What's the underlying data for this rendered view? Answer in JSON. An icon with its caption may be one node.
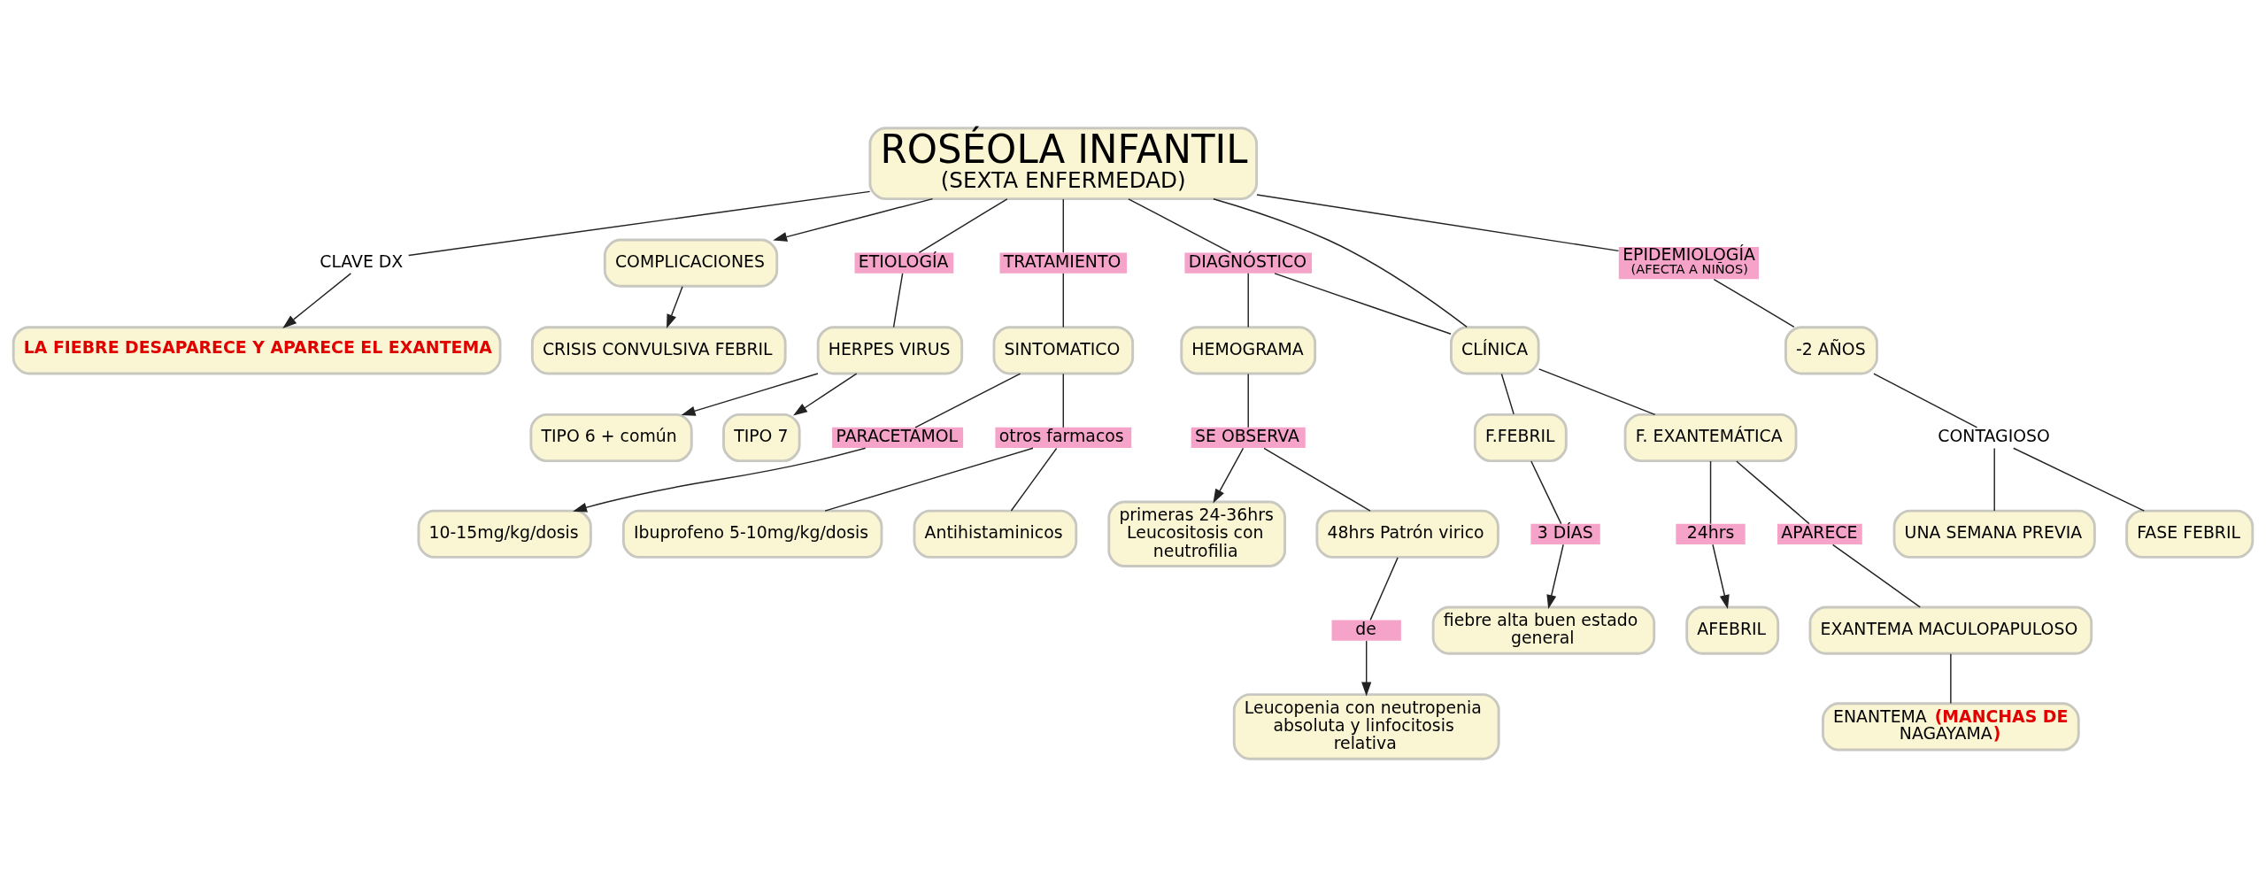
{
  "diagram": {
    "nodes": [
      {
        "text": [
          "LA FIEBRE DESAPARECE Y APARECE EL EXANTEMA"
        ]
      },
      {
        "text": [
          "CLAVE DX"
        ]
      },
      {
        "text": [
          "ROSÉOLA INFANTIL",
          "(SEXTA ENFERMEDAD)"
        ]
      },
      {
        "text": [
          "COMPLICACIONES"
        ]
      },
      {
        "text": [
          "CRISIS CONVULSIVA FEBRIL"
        ]
      },
      {
        "text": [
          "ETIOLOGÍA"
        ]
      },
      {
        "text": [
          "HERPES VIRUS"
        ]
      },
      {
        "text": [
          "TIPO 6 + común"
        ]
      },
      {
        "text": [
          "TIPO 7"
        ]
      },
      {
        "text": [
          "TRATAMIENTO"
        ]
      },
      {
        "text": [
          "SINTOMATICO"
        ]
      },
      {
        "text": [
          "PARACETAMOL"
        ]
      },
      {
        "text": [
          "10-15mg/kg/dosis"
        ]
      },
      {
        "text": [
          "otros farmacos"
        ]
      },
      {
        "text": [
          "Ibuprofeno 5-10mg/kg/dosis"
        ]
      },
      {
        "text": [
          "Antihistaminicos"
        ]
      },
      {
        "text": [
          "DIAGNÓSTICO"
        ]
      },
      {
        "text": [
          "HEMOGRAMA"
        ]
      },
      {
        "text": [
          "SE OBSERVA"
        ]
      },
      {
        "text": [
          "primeras 24-36hrs Leucositosis con neutrofilia"
        ]
      },
      {
        "text": [
          "48hrs Patrón virico"
        ]
      },
      {
        "text": [
          "de"
        ]
      },
      {
        "text": [
          "Leucopenia con neutropenia absoluta y linfocitosis relativa"
        ]
      },
      {
        "text": [
          "EPIDEMIOLOGÍA",
          "(AFECTA A NIÑOS)"
        ]
      },
      {
        "text": [
          "-2 AÑOS"
        ]
      },
      {
        "text": [
          "CONTAGIOSO"
        ]
      },
      {
        "text": [
          "UNA SEMANA PREVIA"
        ]
      },
      {
        "text": [
          "FASE FEBRIL"
        ]
      },
      {
        "text": [
          "CLÍNICA"
        ]
      },
      {
        "text": [
          "F.FEBRIL"
        ]
      },
      {
        "text": [
          "3 DÍAS"
        ]
      },
      {
        "text": [
          "fiebre alta buen estado general"
        ]
      },
      {
        "text": [
          "F. EXANTEMÁTICA"
        ]
      },
      {
        "text": [
          "24hrs"
        ]
      },
      {
        "text": [
          "AFEBRIL"
        ]
      },
      {
        "text": [
          "APARECE"
        ]
      },
      {
        "text": [
          "EXANTEMA MACULOPAPULOSO"
        ]
      },
      {
        "text": [
          "ENANTEMA **(MANCHAS DE NAGAYAMA**)"
        ]
      }
    ],
    "edges": [
      {
        "from": 2,
        "to": 1,
        "arrow": "none"
      },
      {
        "from": 1,
        "to": 0,
        "arrow": "to"
      },
      {
        "from": 2,
        "to": 3,
        "arrow": "to"
      },
      {
        "from": 3,
        "to": 4,
        "arrow": "to"
      },
      {
        "from": 2,
        "to": 5,
        "arrow": "none"
      },
      {
        "from": 5,
        "to": 6,
        "arrow": "none"
      },
      {
        "from": 6,
        "to": 7,
        "arrow": "to"
      },
      {
        "from": 6,
        "to": 8,
        "arrow": "to"
      },
      {
        "from": 2,
        "to": 9,
        "arrow": "none"
      },
      {
        "from": 9,
        "to": 10,
        "arrow": "none"
      },
      {
        "from": 10,
        "to": 11,
        "arrow": "none"
      },
      {
        "from": 11,
        "to": 12,
        "arrow": "to"
      },
      {
        "from": 10,
        "to": 13,
        "arrow": "none"
      },
      {
        "from": 13,
        "to": 14,
        "arrow": "none"
      },
      {
        "from": 13,
        "to": 15,
        "arrow": "none"
      },
      {
        "from": 2,
        "to": 16,
        "arrow": "none"
      },
      {
        "from": 16,
        "to": 17,
        "arrow": "none"
      },
      {
        "from": 16,
        "to": 28,
        "arrow": "none"
      },
      {
        "from": 17,
        "to": 18,
        "arrow": "none"
      },
      {
        "from": 18,
        "to": 19,
        "arrow": "to"
      },
      {
        "from": 18,
        "to": 20,
        "arrow": "none"
      },
      {
        "from": 20,
        "to": 21,
        "arrow": "none"
      },
      {
        "from": 21,
        "to": 22,
        "arrow": "to"
      },
      {
        "from": 2,
        "to": 23,
        "arrow": "none"
      },
      {
        "from": 23,
        "to": 24,
        "arrow": "none"
      },
      {
        "from": 24,
        "to": 25,
        "arrow": "none"
      },
      {
        "from": 25,
        "to": 26,
        "arrow": "none"
      },
      {
        "from": 25,
        "to": 27,
        "arrow": "none"
      },
      {
        "from": 2,
        "to": 28,
        "arrow": "none"
      },
      {
        "from": 28,
        "to": 29,
        "arrow": "none"
      },
      {
        "from": 28,
        "to": 32,
        "arrow": "none"
      },
      {
        "from": 29,
        "to": 30,
        "arrow": "none"
      },
      {
        "from": 30,
        "to": 31,
        "arrow": "to"
      },
      {
        "from": 32,
        "to": 33,
        "arrow": "none"
      },
      {
        "from": 33,
        "to": 34,
        "arrow": "to"
      },
      {
        "from": 32,
        "to": 35,
        "arrow": "none"
      },
      {
        "from": 35,
        "to": 36,
        "arrow": "none"
      },
      {
        "from": 36,
        "to": 37,
        "arrow": "none"
      }
    ]
  }
}
